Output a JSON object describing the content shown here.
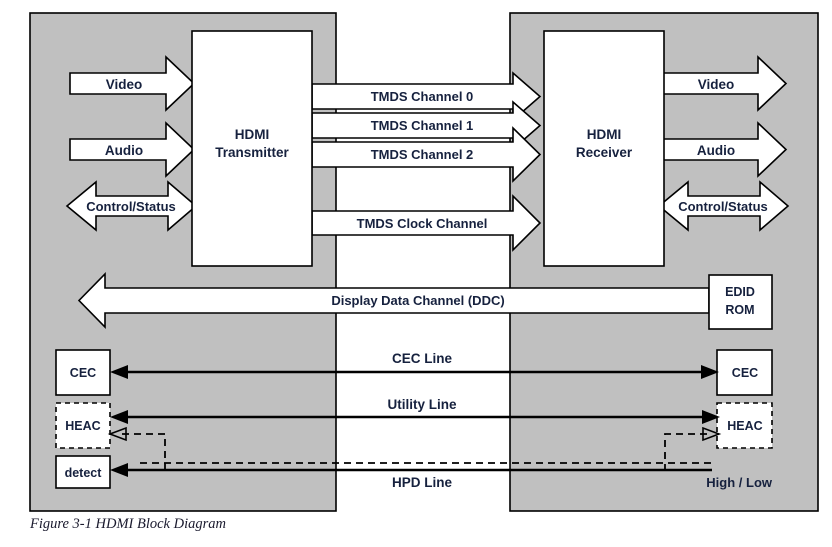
{
  "figure": {
    "caption": "Figure 3-1 HDMI Block Diagram",
    "title": "HDMI Block Diagram"
  },
  "colors": {
    "panel_fill": "#c0c0c0",
    "box_fill": "#ffffff",
    "stroke": "#000000",
    "text": "#16213e",
    "page_background": "#ffffff"
  },
  "source_side": {
    "units": {
      "transmitter": "HDMI\nTransmitter",
      "transmitter_line1": "HDMI",
      "transmitter_line2": "Transmitter"
    },
    "io_arrows": [
      {
        "label": "Video",
        "direction": "right"
      },
      {
        "label": "Audio",
        "direction": "right"
      },
      {
        "label": "Control/Status",
        "direction": "both"
      }
    ],
    "small_boxes": [
      {
        "label": "CEC",
        "style": "solid"
      },
      {
        "label": "HEAC",
        "style": "dashed"
      },
      {
        "label": "detect",
        "style": "solid"
      }
    ]
  },
  "sink_side": {
    "units": {
      "receiver_line1": "HDMI",
      "receiver_line2": "Receiver",
      "edid_line1": "EDID",
      "edid_line2": "ROM"
    },
    "io_arrows": [
      {
        "label": "Video",
        "direction": "right"
      },
      {
        "label": "Audio",
        "direction": "right"
      },
      {
        "label": "Control/Status",
        "direction": "both"
      }
    ],
    "small_boxes": [
      {
        "label": "CEC",
        "style": "solid"
      },
      {
        "label": "HEAC",
        "style": "dashed"
      }
    ],
    "hpd_state_label": "High / Low"
  },
  "interconnect": {
    "tmds_channels": [
      "TMDS Channel 0",
      "TMDS Channel 1",
      "TMDS Channel 2"
    ],
    "tmds_clock": "TMDS Clock Channel",
    "ddc": "Display Data Channel (DDC)",
    "cec_line": "CEC Line",
    "utility_line": "Utility Line",
    "hpd_line": "HPD Line"
  }
}
